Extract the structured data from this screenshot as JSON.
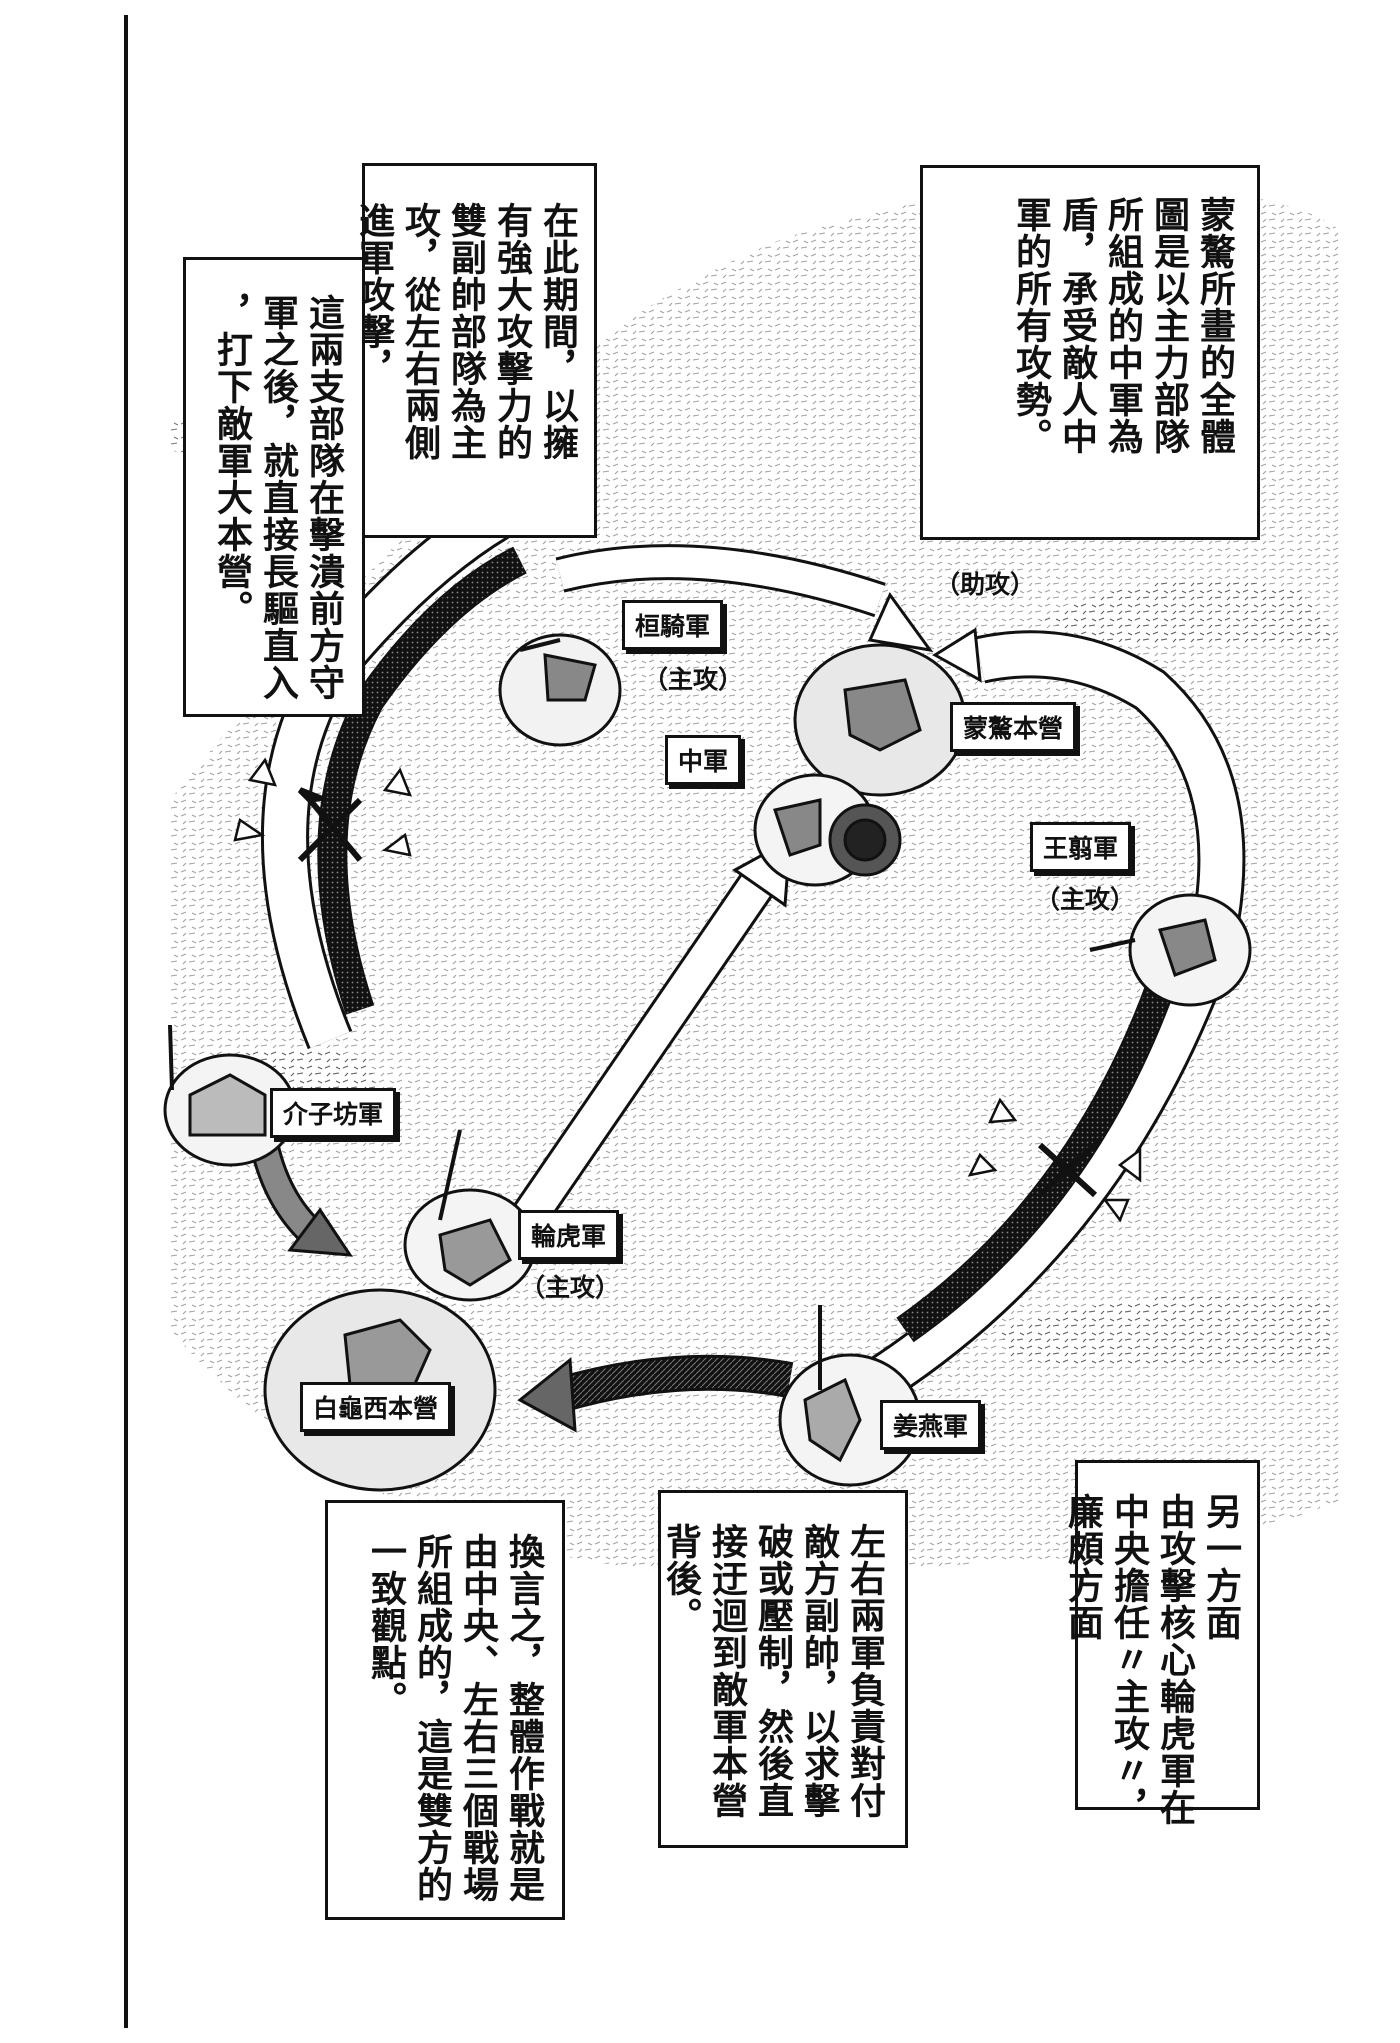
{
  "narration": {
    "top_right": "蒙驁所畫的全體\n圖是以主力部隊\n所組成的中軍為\n盾，承受敵人中\n軍的所有攻勢。",
    "top_left_a": "在此期間，以擁\n有強大攻擊力的\n雙副帥部隊為主\n攻，從左右兩側\n進軍攻擊，",
    "top_left_b": "這兩支部隊在擊潰前方守\n軍之後，就直接長驅直入\n，打下敵軍大本營。",
    "bottom_right": "另一方面\n由攻擊核心輪虎軍在\n中央擔任〃主攻〃，\n廉頗方面",
    "bottom_middle": "左右兩軍負責對付\n敵方副帥，以求擊\n破或壓制，然後直\n接迂迴到敵軍本營\n背後。",
    "bottom_left": "換言之，整體作戰就是\n由中央、左右三個戰場\n所組成的，這是雙方的\n一致觀點。"
  },
  "units": {
    "huanqi": "桓騎軍",
    "huanqi_role": "（主攻）",
    "mengao_hq": "蒙驁本營",
    "central": "中軍",
    "wangjian": "王翦軍",
    "wangjian_role": "（主攻）",
    "jiezifang": "介子坊軍",
    "linhu": "輪虎軍",
    "linhu_role": "（主攻）",
    "baiguixi_hq": "白龜西本營",
    "jiangyan": "姜燕軍",
    "assist_note": "（助攻）"
  }
}
